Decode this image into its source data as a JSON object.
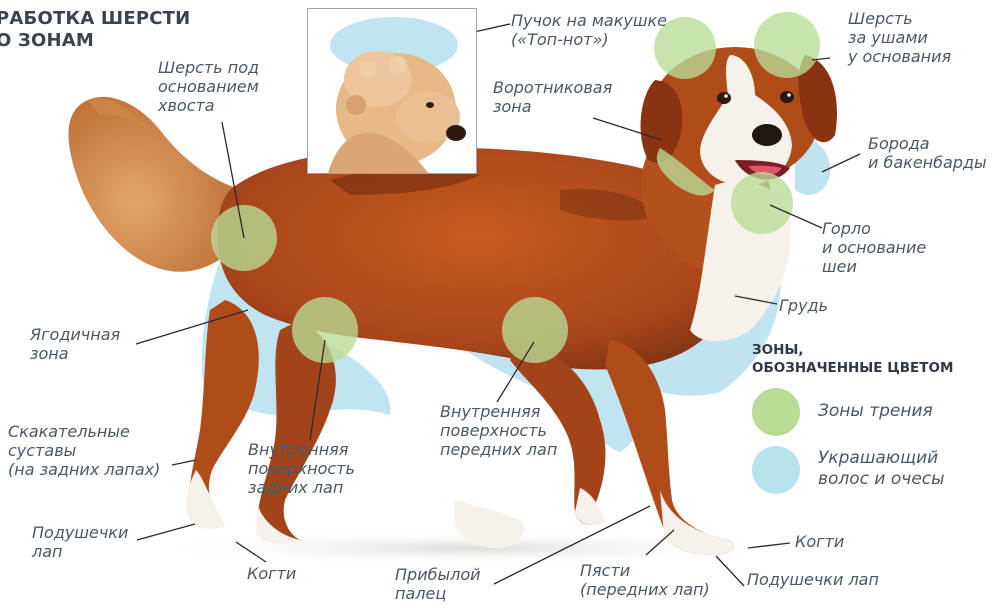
{
  "title": {
    "line1": "РАБОТКА ШЕРСТИ",
    "line2": "О ЗОНАМ"
  },
  "colors": {
    "friction": "#b9dc96",
    "decorative": "#b9e2ef",
    "leader": "#2b2b2b",
    "fur_main": "#b04b1a",
    "fur_dark": "#6e2a10",
    "fur_light": "#f6f1ea"
  },
  "labels": {
    "topknot": "Пучок на макушке\n(«Топ-нот»)",
    "ears": "Шерсть\nза ушами\nу основания",
    "tail_base": "Шерсть под\nоснованием\nхвоста",
    "collar": "Воротниковая\nзона",
    "beard": "Борода\nи бакенбарды",
    "throat": "Горло\nи основание\nшеи",
    "chest": "Грудь",
    "buttocks": "Ягодичная\nзона",
    "hocks": "Скакательные\nсуставы\n(на задних лапах)",
    "inner_hind": "Внутренняя\nповерхность\nзадних лап",
    "inner_front": "Внутренняя\nповерхность\nпередних лап",
    "pads_left": "Подушечки\nлап",
    "claws_left": "Когти",
    "dewclaw": "Прибылой\nпалец",
    "pasterns": "Пясти\n(передних лап)",
    "pads_right": "Подушечки лап",
    "claws_right": "Когти"
  },
  "legend": {
    "title": "ЗОНЫ,\nОБОЗНАЧЕННЫЕ ЦВЕТОМ",
    "items": [
      {
        "label": "Зоны трения",
        "color": "#b9dc96"
      },
      {
        "label": "Украшающий\nволос и очесы",
        "color": "#b9e2ef"
      }
    ]
  }
}
